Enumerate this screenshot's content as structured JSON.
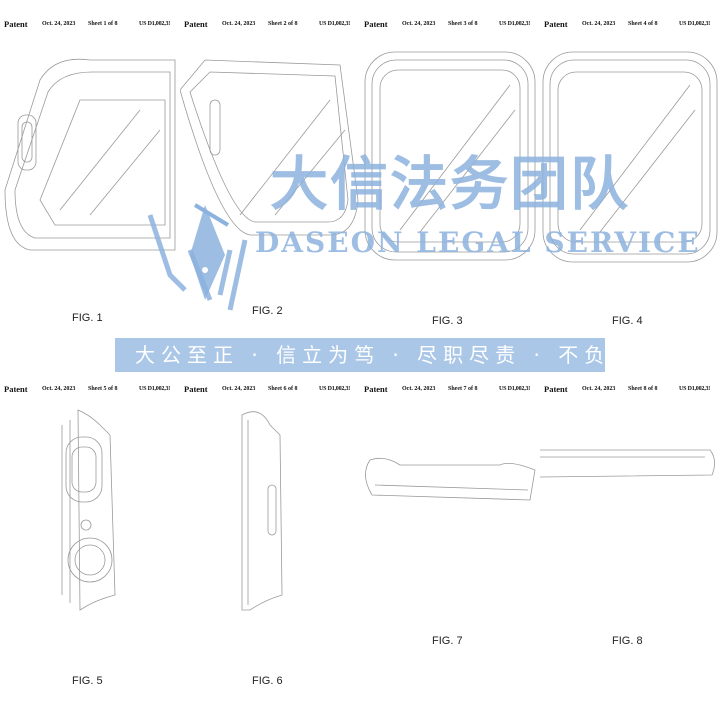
{
  "sheets": [
    {
      "patent": "Patent",
      "date": "Oct. 24, 2023",
      "sheet": "Sheet 1 of 8",
      "number": "US D1,002,3!",
      "figure": "FIG. 1"
    },
    {
      "patent": "Patent",
      "date": "Oct. 24, 2023",
      "sheet": "Sheet 2 of 8",
      "number": "US D1,002,3!",
      "figure": "FIG. 2"
    },
    {
      "patent": "Patent",
      "date": "Oct. 24, 2023",
      "sheet": "Sheet 3 of 8",
      "number": "US D1,002,3!",
      "figure": "FIG. 3"
    },
    {
      "patent": "Patent",
      "date": "Oct. 24, 2023",
      "sheet": "Sheet 4 of 8",
      "number": "US D1,002,3!",
      "figure": "FIG. 4"
    },
    {
      "patent": "Patent",
      "date": "Oct. 24, 2023",
      "sheet": "Sheet 5 of 8",
      "number": "US D1,002,3!",
      "figure": "FIG. 5"
    },
    {
      "patent": "Patent",
      "date": "Oct. 24, 2023",
      "sheet": "Sheet 6 of 8",
      "number": "US D1,002,3!",
      "figure": "FIG. 6"
    },
    {
      "patent": "Patent",
      "date": "Oct. 24, 2023",
      "sheet": "Sheet 7 of 8",
      "number": "US D1,002,3!",
      "figure": "FIG. 7"
    },
    {
      "patent": "Patent",
      "date": "Oct. 24, 2023",
      "sheet": "Sheet 8 of 8",
      "number": "US D1,002,3!",
      "figure": "FIG. 8"
    }
  ],
  "watermark": {
    "chinese_name": "大信法务团队",
    "english_name": "DASEON LEGAL SERVICE",
    "slogan": "大公至正 · 信立为笃 · 尽职尽责 · 不负所托",
    "color": "#8cb2de"
  }
}
